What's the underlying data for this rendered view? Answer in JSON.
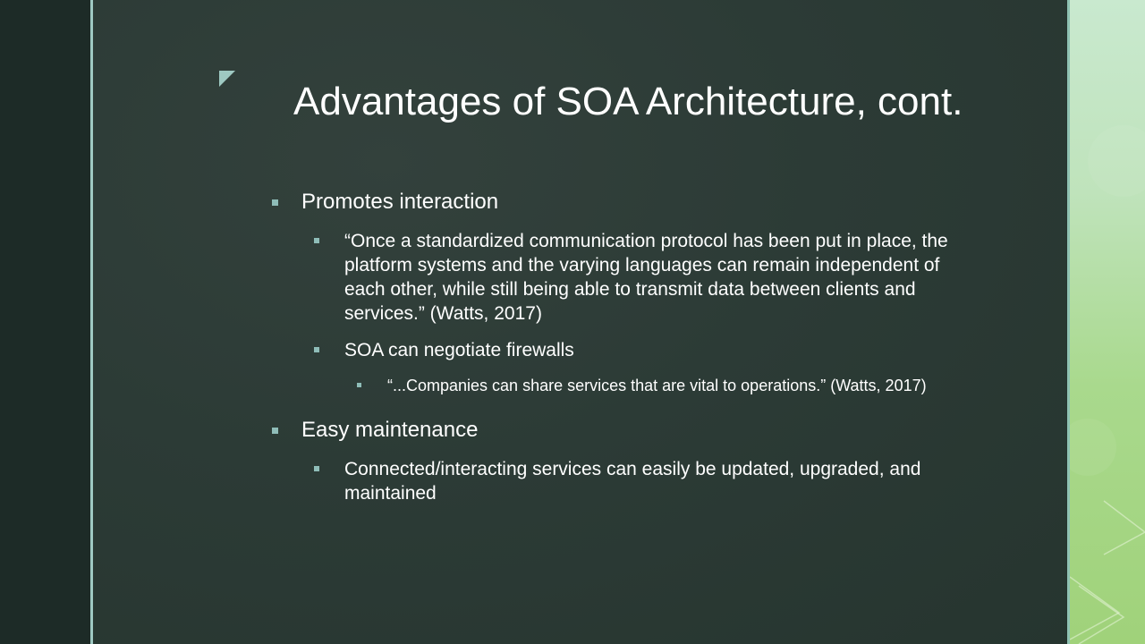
{
  "slide": {
    "title": "Advantages of SOA Architecture, cont.",
    "bullets": [
      {
        "text": "Promotes interaction",
        "children": [
          {
            "text": "“Once a standardized communication protocol has been put in place, the platform systems and the varying languages can remain independent of each other, while still being able to transmit data between clients and services.” (Watts, 2017)"
          },
          {
            "text": "SOA can negotiate firewalls",
            "children": [
              {
                "text": "“...Companies can share services that are vital to operations.” (Watts, 2017)"
              }
            ]
          }
        ]
      },
      {
        "text": "Easy maintenance",
        "children": [
          {
            "text": "Connected/interacting services can easily be updated, upgraded, and maintained"
          }
        ]
      }
    ]
  },
  "colors": {
    "background": "#2c3b36",
    "left_panel": "#1d2b27",
    "rule": "#9ec9c2",
    "right_panel": "#a9d98d",
    "bullet": "#8fbdb8",
    "text": "#ffffff"
  }
}
